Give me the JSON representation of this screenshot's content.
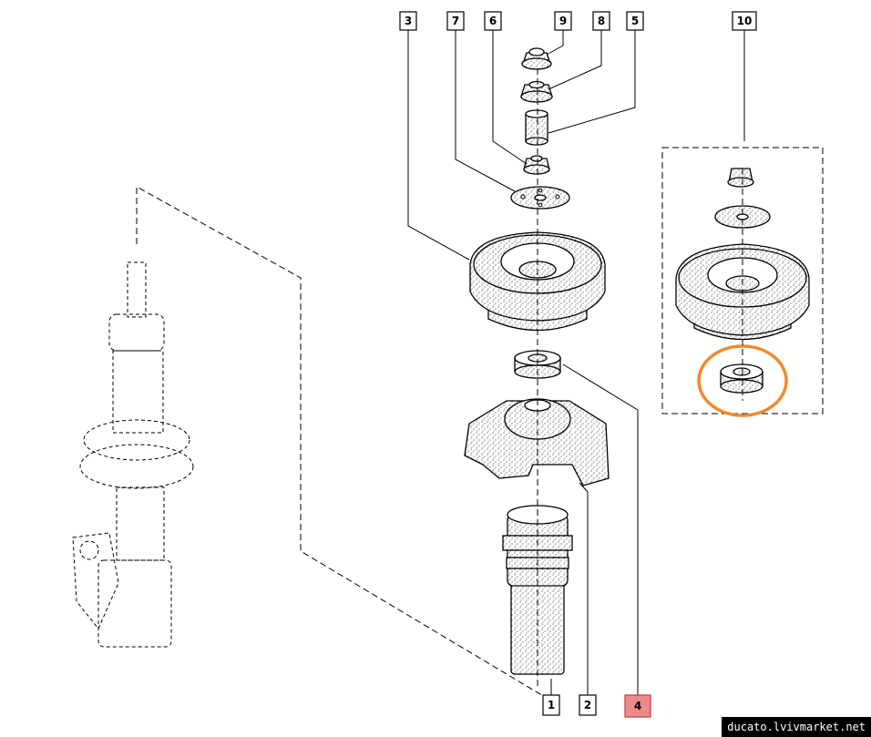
{
  "callouts": {
    "c1": "1",
    "c2": "2",
    "c3": "3",
    "c4": "4",
    "c5": "5",
    "c6": "6",
    "c7": "7",
    "c8": "8",
    "c9": "9",
    "c10": "10"
  },
  "highlighted_callout": "4",
  "colors": {
    "highlight_fill": "#ef8a8a",
    "highlight_ring": "#f08a2a",
    "stipple": "#000000"
  },
  "watermark": "ducato.lvivmarket.net"
}
